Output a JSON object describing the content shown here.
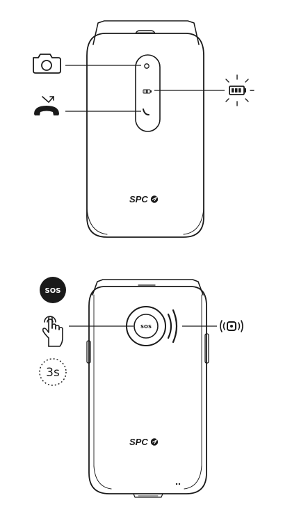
{
  "phone_front": {
    "brand_logo": "SPC",
    "icons": [
      "camera-icon",
      "end-call-icon",
      "battery-charging-icon",
      "call-icon"
    ]
  },
  "phone_back": {
    "brand_logo": "SPC",
    "sos_button_label": "SOS"
  },
  "sos_indicator": {
    "label": "SOS"
  },
  "press_indicator": {
    "icon": "finger-press-icon"
  },
  "timer_indicator": {
    "label": "3s"
  },
  "alarm_indicator": {
    "icon": "vibration-alarm-icon"
  }
}
